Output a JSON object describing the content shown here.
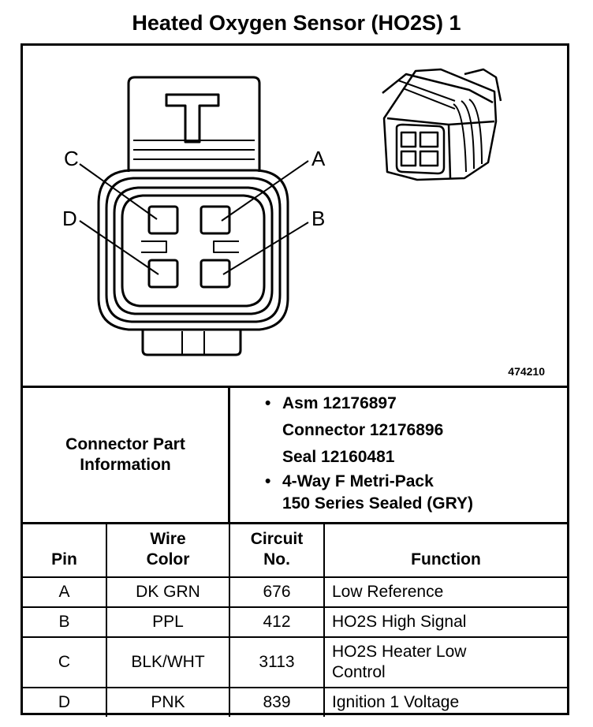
{
  "title": "Heated Oxygen Sensor (HO2S) 1",
  "figure": {
    "id": "474210",
    "pin_labels": [
      "C",
      "A",
      "D",
      "B"
    ]
  },
  "connector_info": {
    "label_line1": "Connector Part",
    "label_line2": "Information",
    "lines": [
      "Asm 12176897",
      "Connector 12176896",
      "Seal 12160481",
      "4-Way F Metri-Pack",
      "150 Series Sealed (GRY)"
    ]
  },
  "table": {
    "headers": {
      "pin": "Pin",
      "wire_line1": "Wire",
      "wire_line2": "Color",
      "circuit_line1": "Circuit",
      "circuit_line2": "No.",
      "function": "Function"
    },
    "rows": [
      {
        "pin": "A",
        "color": "DK GRN",
        "circuit": "676",
        "function": "Low Reference"
      },
      {
        "pin": "B",
        "color": "PPL",
        "circuit": "412",
        "function": "HO2S High Signal"
      },
      {
        "pin": "C",
        "color": "BLK/WHT",
        "circuit": "3113",
        "function_line1": "HO2S Heater Low",
        "function_line2": "Control"
      },
      {
        "pin": "D",
        "color": "PNK",
        "circuit": "839",
        "function": "Ignition 1 Voltage"
      }
    ]
  }
}
